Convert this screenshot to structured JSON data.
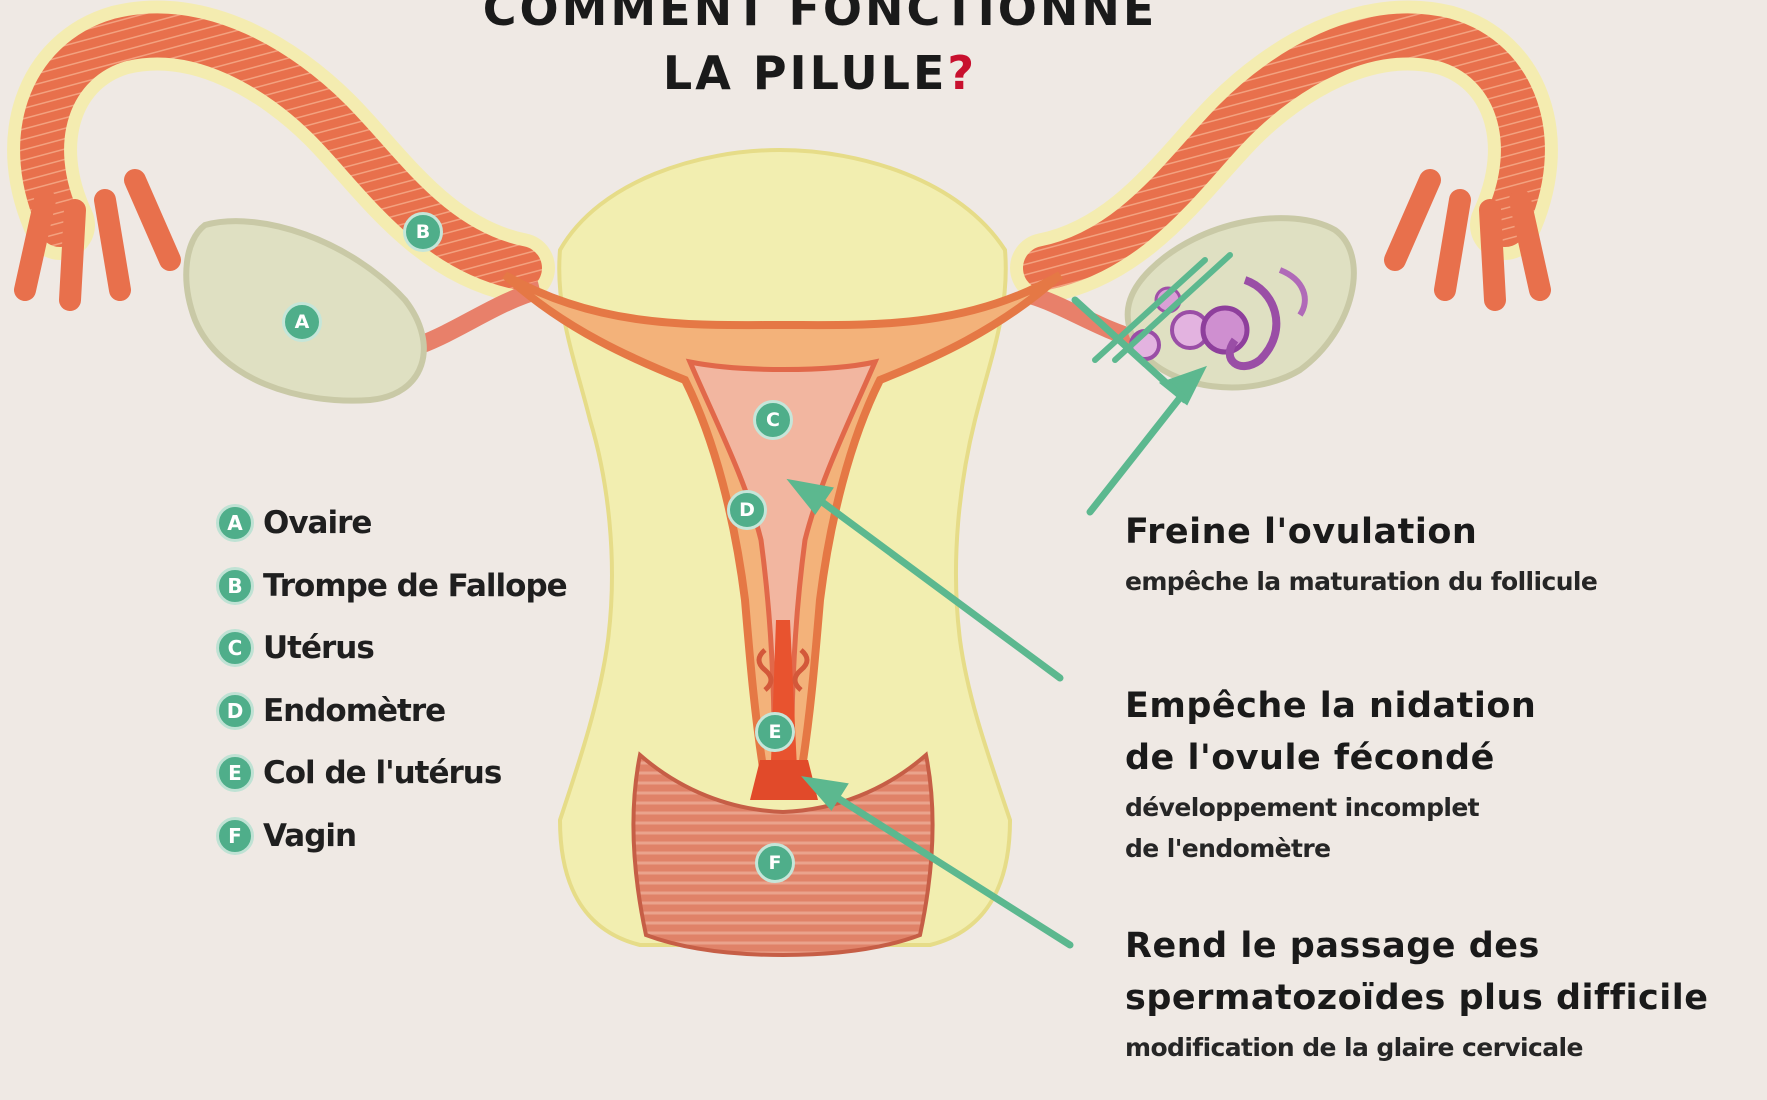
{
  "title": {
    "line1": "COMMENT FONCTIONNE",
    "line2": "LA PILULE",
    "mark": "?"
  },
  "legend": [
    {
      "letter": "A",
      "label": "Ovaire"
    },
    {
      "letter": "B",
      "label": "Trompe de Fallope"
    },
    {
      "letter": "C",
      "label": "Utérus"
    },
    {
      "letter": "D",
      "label": "Endomètre"
    },
    {
      "letter": "E",
      "label": "Col de l'utérus"
    },
    {
      "letter": "F",
      "label": "Vagin"
    }
  ],
  "annotations": [
    {
      "heading": [
        "Freine l'ovulation"
      ],
      "sub": [
        "empêche la maturation du follicule"
      ]
    },
    {
      "heading": [
        "Empêche la nidation",
        "de l'ovule fécondé"
      ],
      "sub": [
        "développement incomplet",
        "de l'endomètre"
      ]
    },
    {
      "heading": [
        "Rend le passage des",
        "spermatozoïdes plus difficile"
      ],
      "sub": [
        "modification de la glaire cervicale"
      ]
    }
  ],
  "colors": {
    "background": "#efe9e4",
    "uterus_body": "#f2eeb0",
    "muscle": "#e86d48",
    "endometrium": "#f3a98f",
    "ovary": "#dfe0c2",
    "marker_green": "#4fae8a",
    "arrow_green": "#5cb88f",
    "title_question_mark": "#c8102e"
  }
}
